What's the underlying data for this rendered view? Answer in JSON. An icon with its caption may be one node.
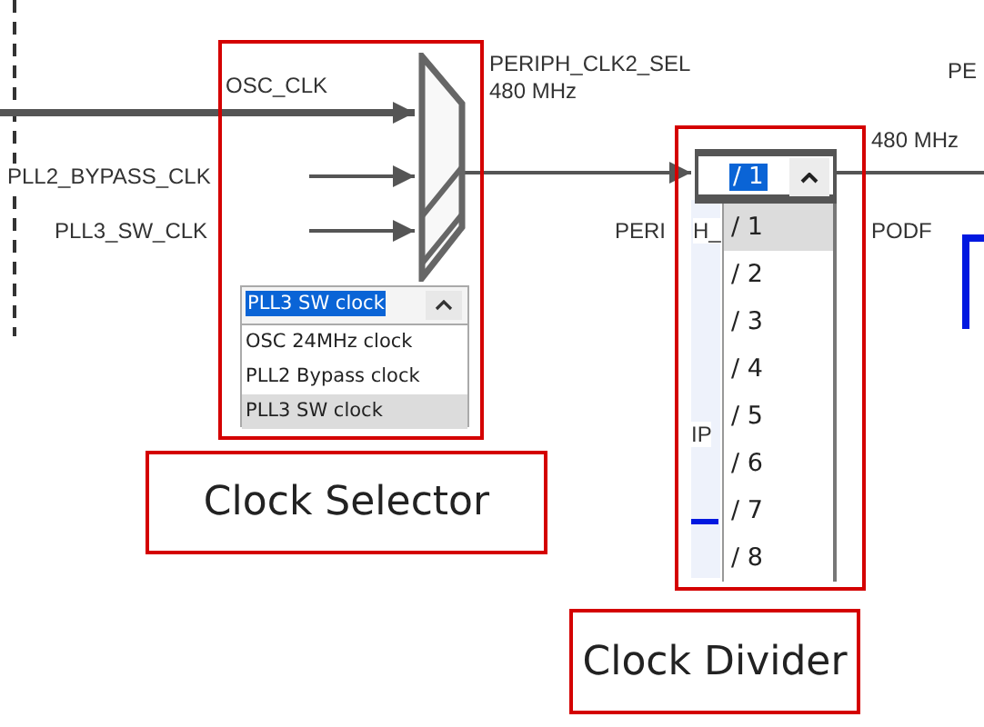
{
  "diagram": {
    "nodes": [
      {
        "text": [],
        "shape": "box"
      },
      {
        "text": [],
        "shape": "trapezoid",
        "in": 0,
        "beside": [
          "PERIPH_CLK2_SEL",
          "480 MHz"
        ]
      },
      {
        "text": [
          "PLL3 SW clock",
          "OSC 24MHz clock",
          "PLL2 Bypass clock",
          "PLL3 SW clock"
        ],
        "in": 0
      },
      {
        "text": [],
        "shape": "box"
      },
      {
        "text": [
          "/ 1",
          "/ 1",
          "/ 2",
          "/ 3",
          "/ 4",
          "/ 5",
          "/ 6",
          "/ 7",
          "/ 8"
        ],
        "in": 3
      },
      {
        "text": [
          "Clock Selector"
        ]
      },
      {
        "text": [
          "Clock Divider"
        ]
      }
    ],
    "edges": [
      {
        "from": null,
        "to": 1,
        "arrow": "to",
        "label": "OSC_CLK",
        "style": "thick"
      },
      {
        "from": null,
        "to": 1,
        "arrow": "to",
        "label": "PLL2_BYPASS_CLK"
      },
      {
        "from": null,
        "to": 1,
        "arrow": "to",
        "label": "PLL3_SW_CLK"
      },
      {
        "from": 1,
        "to": 4,
        "arrow": "to"
      },
      {
        "from": 4,
        "to": null,
        "arrow": "none",
        "label": "480 MHz"
      }
    ],
    "labels": [
      "PERI",
      "H_",
      "PODF",
      "IP",
      "PE"
    ]
  }
}
